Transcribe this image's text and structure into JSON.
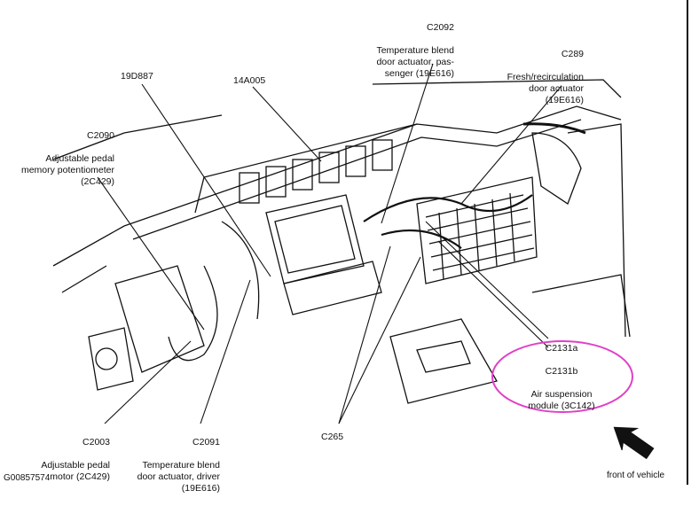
{
  "labels": {
    "c2092": {
      "code": "C2092",
      "desc": "Temperature blend\ndoor actuator, pas-\nsenger (19E616)"
    },
    "c289": {
      "code": "C289",
      "desc": "Fresh/recirculation\ndoor actuator\n(19E616)"
    },
    "p19d887": {
      "code": "19D887"
    },
    "p14a005": {
      "code": "14A005"
    },
    "c2090": {
      "code": "C2090",
      "desc": "Adjustable pedal\nmemory potentiometer\n(2C429)"
    },
    "c2131": {
      "code_a": "C2131a",
      "code_b": "C2131b",
      "desc": "Air suspension\nmodule (3C142)"
    },
    "c2003": {
      "code": "C2003",
      "desc": "Adjustable pedal\nmotor (2C429)"
    },
    "c2091": {
      "code": "C2091",
      "desc": "Temperature blend\ndoor actuator, driver\n(19E616)"
    },
    "c265": {
      "code": "C265"
    }
  },
  "orientation": {
    "label": "front of vehicle",
    "icon": "arrow-up-left-icon"
  },
  "figure_id": "G00857574",
  "highlight_color": "#e040c8"
}
